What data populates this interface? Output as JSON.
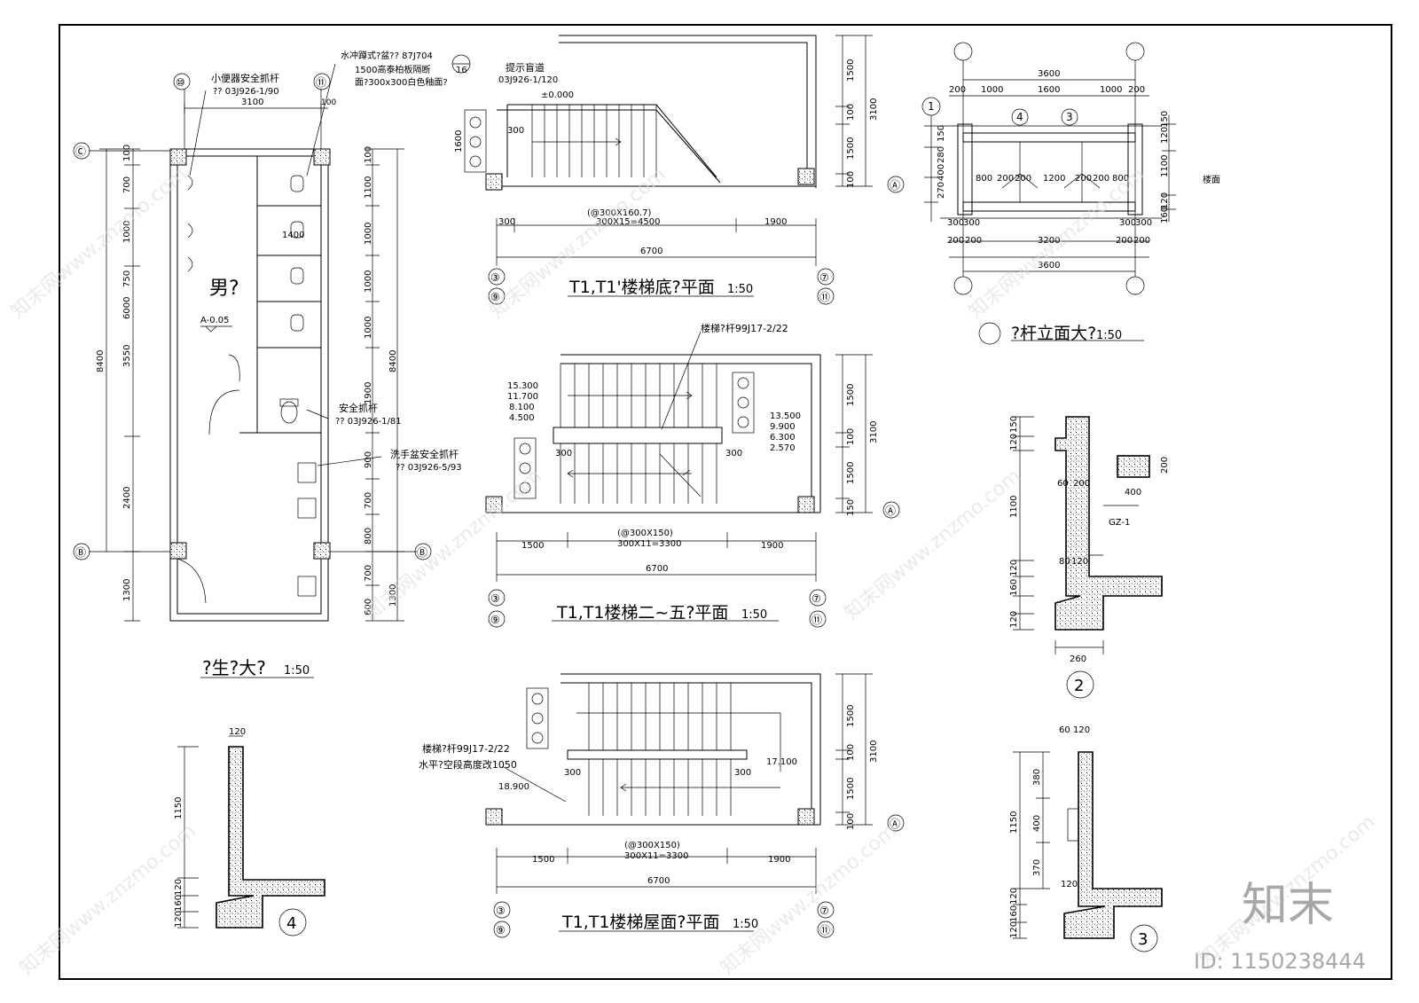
{
  "toilet": {
    "axis_top_left": "⑩",
    "axis_top_right": "⑪",
    "axis_row_c": "Ⓒ",
    "axis_row_b": "Ⓑ",
    "note_urinal": "小便器安全抓杆",
    "note_urinal_ref": "?? 03J926-1/90",
    "note_squat": "水冲蹲式?盆?? 87J704",
    "note_squat_2": "1500高泰柏板隔断",
    "note_squat_3": "面?300x300白色釉面?",
    "note_squat_ref": "16",
    "width_top": "3100",
    "width_top_right": "100",
    "label_room": "男?",
    "level_mark": "A-0.05",
    "note_grab": "安全抓杆",
    "note_grab_ref": "?? 03J926-1/81",
    "note_basin": "洗手盆安全抓杆",
    "note_basin_ref": "?? 03J926-5/93",
    "dim_1400": "1400",
    "left_dims": [
      "100",
      "700",
      "1000",
      "750",
      "3550",
      "2400",
      "1300"
    ],
    "left_total": "8400",
    "left_6000": "6000",
    "right_dims": [
      "100",
      "1100",
      "1000",
      "1000",
      "1000",
      "1900",
      "900",
      "700",
      "800",
      "700",
      "600"
    ],
    "right_total": "8400",
    "right_1300": "1300",
    "title": "?生?大?",
    "scale": "1:50"
  },
  "stair_ground": {
    "note_blind": "提示盲道",
    "note_blind_ref": "03J926-1/120",
    "level": "±0.000",
    "dim_300": "300",
    "dim_1600": "1600",
    "step_note": "(@300X160.7)",
    "step_note_2": "300X15=4500",
    "dim_left": "300",
    "dim_right": "1900",
    "dim_total": "6700",
    "right_dims": [
      "1500",
      "100",
      "1500",
      "100"
    ],
    "right_total": "3100",
    "axis_a": "Ⓐ",
    "axis_3": "③",
    "axis_9": "⑨",
    "axis_7": "⑦",
    "axis_11": "⑪",
    "title": "T1,T1'楼梯底?平面",
    "scale": "1:50"
  },
  "stair_mid": {
    "note_rail": "楼梯?杆99J17-2/22",
    "levels_left": [
      "15.300",
      "11.700",
      "8.100",
      "4.500"
    ],
    "levels_right": [
      "13.500",
      "9.900",
      "6.300",
      "2.570"
    ],
    "dim_300a": "300",
    "dim_300b": "300",
    "step_note": "(@300X150)",
    "step_note_2": "300X11=3300",
    "dim_left": "1500",
    "dim_right": "1900",
    "dim_total": "6700",
    "right_dims": [
      "1500",
      "100",
      "1500",
      "150"
    ],
    "right_total": "3100",
    "axis_a": "Ⓐ",
    "axis_3": "③",
    "axis_9": "⑨",
    "axis_7": "⑦",
    "axis_11": "⑪",
    "title": "T1,T1楼梯二~五?平面",
    "scale": "1:50"
  },
  "stair_roof": {
    "note_rail": "楼梯?杆99J17-2/22",
    "note_rail_2": "水平?空段高度改1050",
    "level_left": "18.900",
    "level_right": "17.100",
    "dim_300a": "300",
    "dim_300b": "300",
    "step_note": "(@300X150)",
    "step_note_2": "300X11=3300",
    "dim_left": "1500",
    "dim_right": "1900",
    "dim_total": "6700",
    "right_dims": [
      "1500",
      "100",
      "1500",
      "100"
    ],
    "right_total": "3100",
    "axis_a": "Ⓐ",
    "axis_3": "③",
    "axis_9": "⑨",
    "axis_7": "⑦",
    "axis_11": "⑪",
    "title": "T1,T1楼梯屋面?平面",
    "scale": "1:50"
  },
  "railing_elev": {
    "top_total": "3600",
    "top_dims": [
      "200",
      "1000",
      "1600",
      "1000",
      "200"
    ],
    "mid_dims": [
      "800",
      "200",
      "200",
      "1200",
      "200",
      "200",
      "800"
    ],
    "bot_dims_a": [
      "300",
      "300"
    ],
    "bot_dims_b": [
      "300",
      "300"
    ],
    "bot_dims_c": [
      "200",
      "200",
      "3200",
      "200",
      "200"
    ],
    "bot_total": "3600",
    "left_dims": [
      "150",
      "280",
      "400",
      "270"
    ],
    "right_dims": [
      "150",
      "120",
      "1100",
      "120",
      "160"
    ],
    "tag_4": "4",
    "tag_3": "3",
    "tag_1": "1",
    "floor": "楼面",
    "title": "?杆立面大?",
    "scale": "1:50"
  },
  "detail_2": {
    "dims_v": [
      "150",
      "120",
      "1100",
      "120",
      "160",
      "120"
    ],
    "dims_top": [
      "60",
      "200"
    ],
    "dims_mid": [
      "80",
      "120"
    ],
    "dim_bottom": "260",
    "section_w": "400",
    "section_h": "200",
    "tag_gz": "GZ-1",
    "label": "2"
  },
  "detail_3": {
    "dims_top": [
      "60",
      "120"
    ],
    "dims_v": [
      "380",
      "400",
      "370",
      "120",
      "160",
      "120"
    ],
    "dim_total": "1150",
    "dim_120": "120",
    "label": "3"
  },
  "detail_4": {
    "dim_top": "120",
    "dim_total": "1150",
    "dims_v": [
      "120",
      "160",
      "120"
    ],
    "label": "4"
  },
  "watermark": {
    "logo": "知末",
    "id": "ID: 1150238444",
    "text": "知末网www.znzmo.com"
  }
}
